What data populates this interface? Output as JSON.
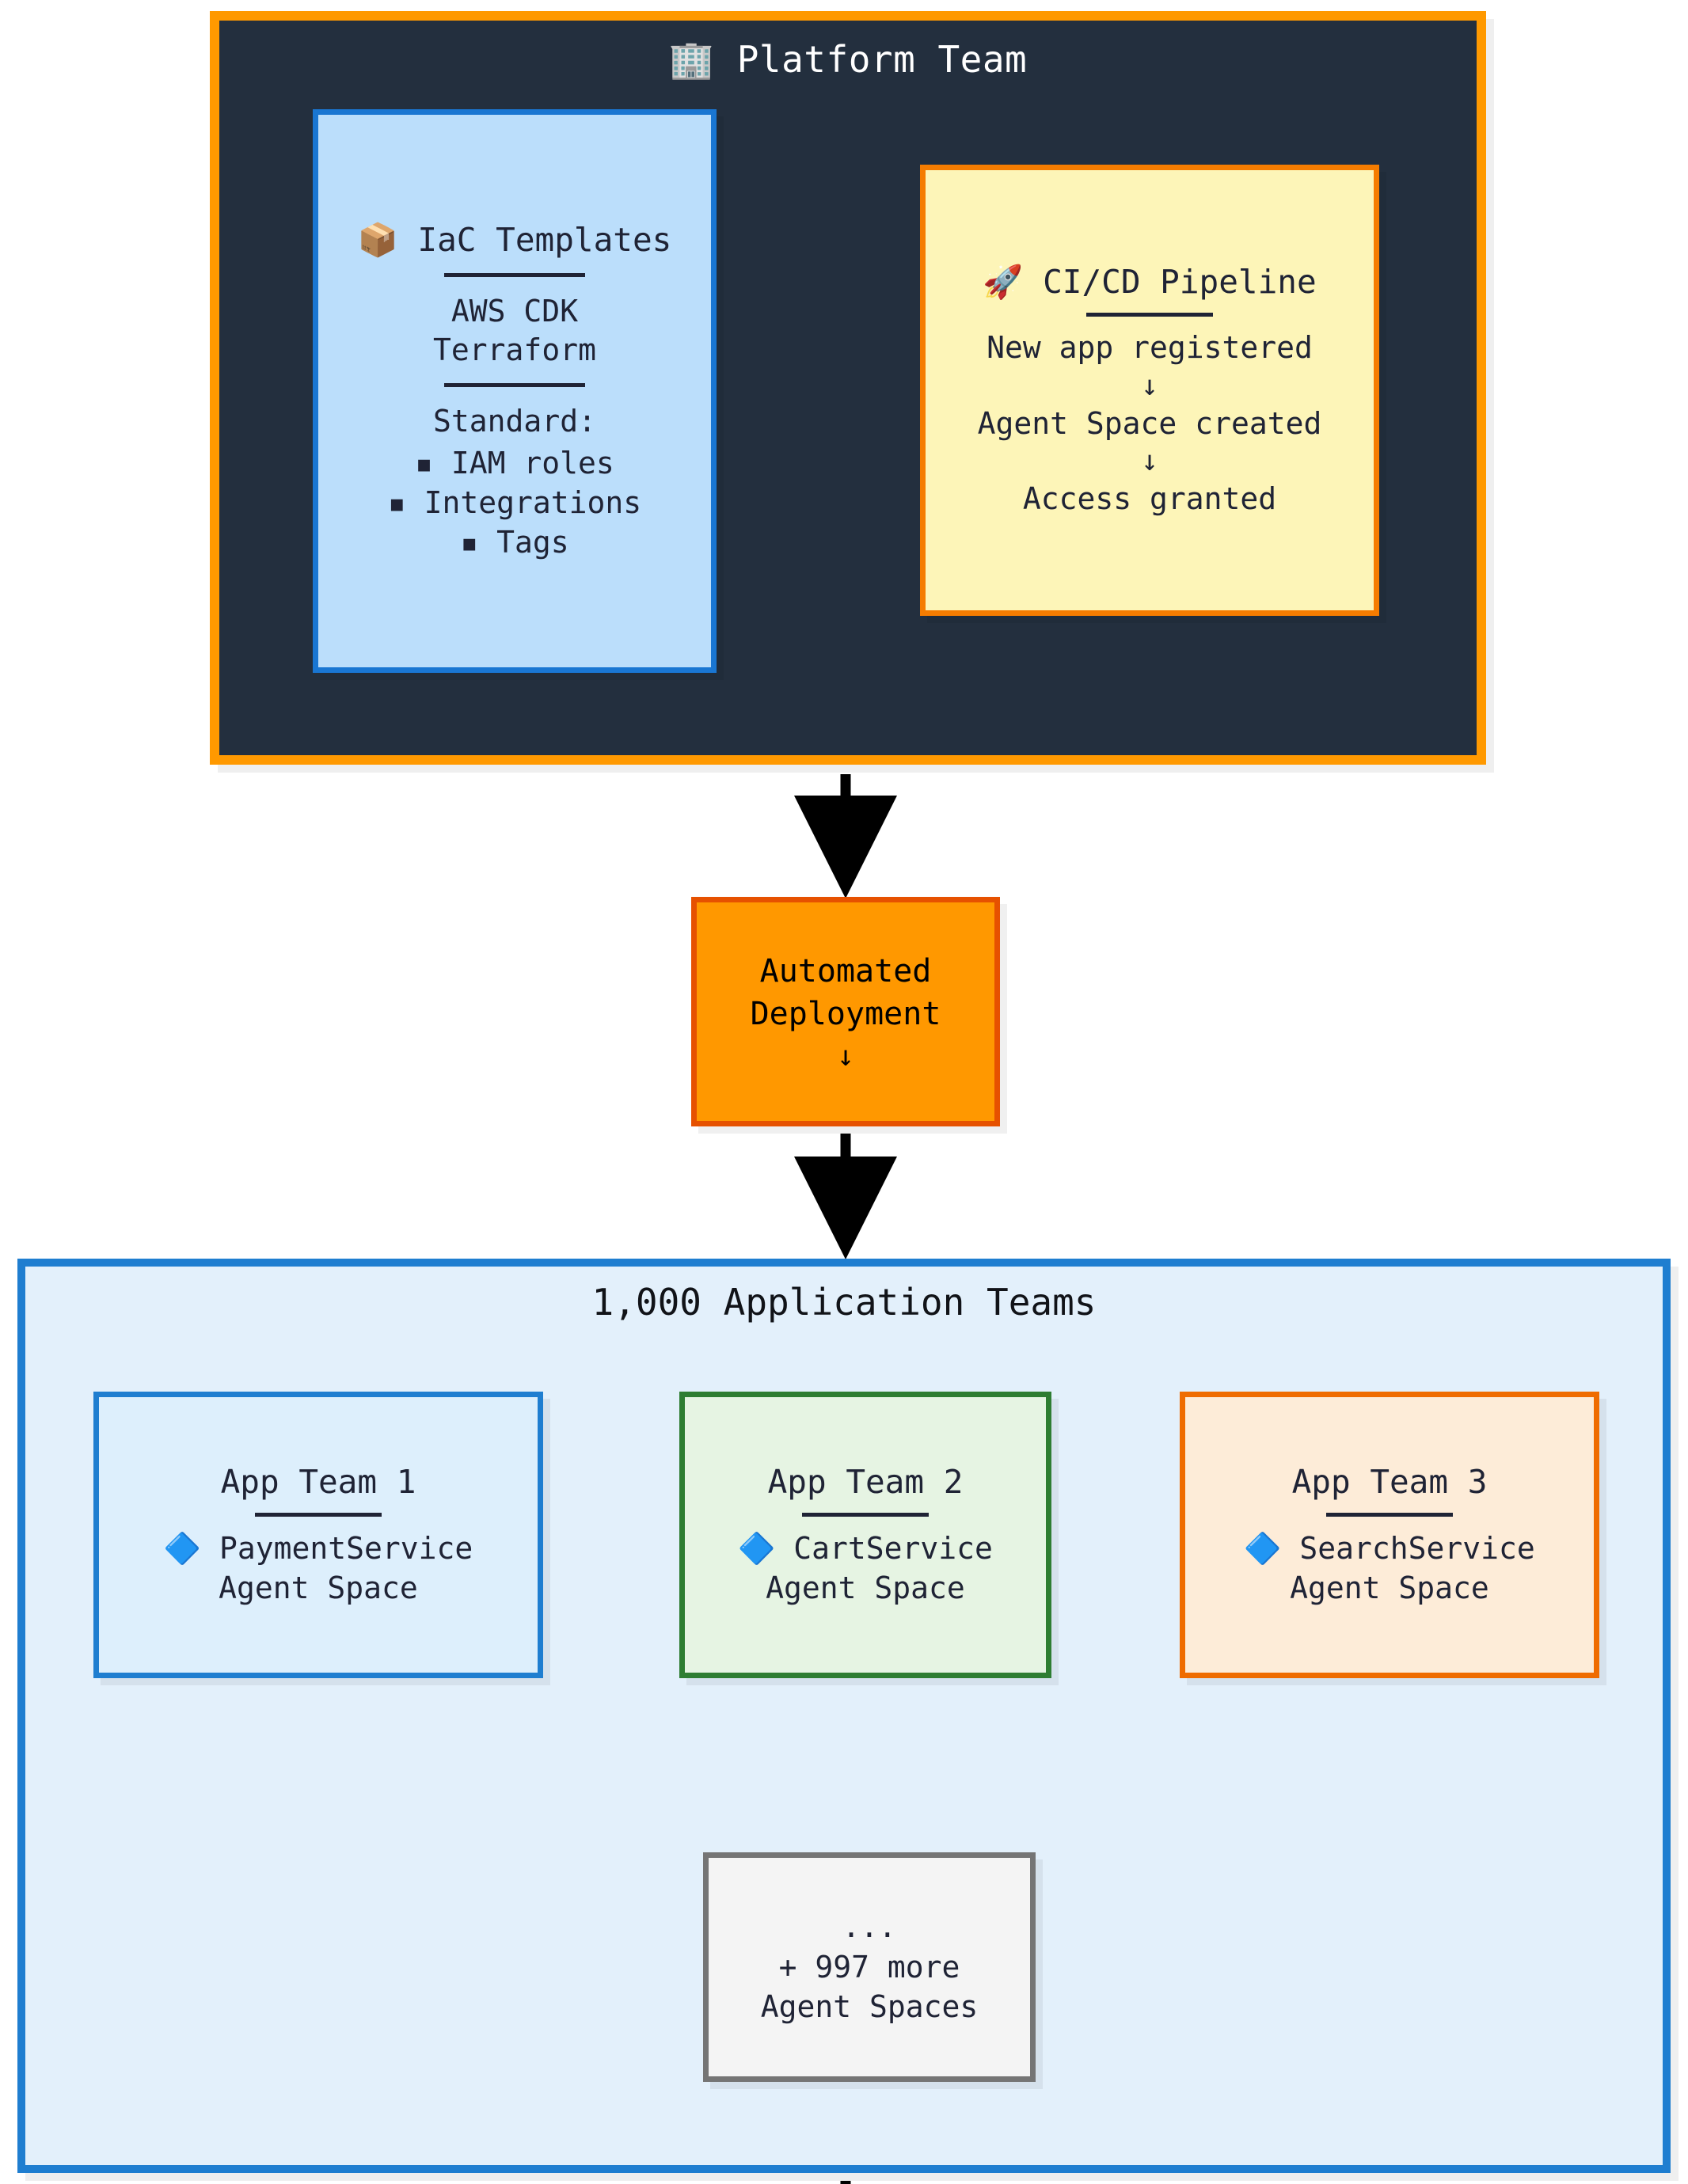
{
  "platform": {
    "title_icon": "🏢",
    "title": "Platform Team",
    "iac": {
      "icon": "📦",
      "title": "IaC Templates",
      "tools": [
        "AWS CDK",
        "Terraform"
      ],
      "standard_label": "Standard:",
      "standard_items": [
        "▪ IAM roles",
        "▪ Integrations",
        "▪ Tags"
      ]
    },
    "cicd": {
      "icon": "🚀",
      "title": "CI/CD Pipeline",
      "steps": [
        "New app registered",
        "Agent Space created",
        "Access granted"
      ],
      "step_arrow": "↓"
    }
  },
  "deployment": {
    "line1": "Automated",
    "line2": "Deployment",
    "arrow": "↓"
  },
  "apps": {
    "title": "1,000 Application Teams",
    "teams": [
      {
        "name": "App Team 1",
        "icon": "🔷",
        "service": "PaymentService",
        "space": "Agent Space",
        "border_color": "#1f7ed0",
        "fill_color": "#ddeffc"
      },
      {
        "name": "App Team 2",
        "icon": "🔷",
        "service": "CartService",
        "space": "Agent Space",
        "border_color": "#2e7d32",
        "fill_color": "#e6f4e3"
      },
      {
        "name": "App Team 3",
        "icon": "🔷",
        "service": "SearchService",
        "space": "Agent Space",
        "border_color": "#ef6c00",
        "fill_color": "#fdecd8"
      }
    ],
    "more": {
      "ellipsis": "...",
      "count_line": "+ 997 more",
      "label": "Agent Spaces",
      "border_color": "#757575",
      "fill_color": "#f4f4f4"
    }
  },
  "colors": {
    "platform_bg": "#232f3e",
    "platform_border": "#ff9900",
    "apps_bg": "#e3f0fb",
    "apps_border": "#1f7ed0",
    "deploy_bg": "#ff9800",
    "deploy_border": "#e65100",
    "iac_bg": "#bbdefb",
    "iac_border": "#1976d2",
    "cicd_bg": "#fdf5b8",
    "cicd_border": "#f57c00",
    "text": "#1f2335"
  }
}
